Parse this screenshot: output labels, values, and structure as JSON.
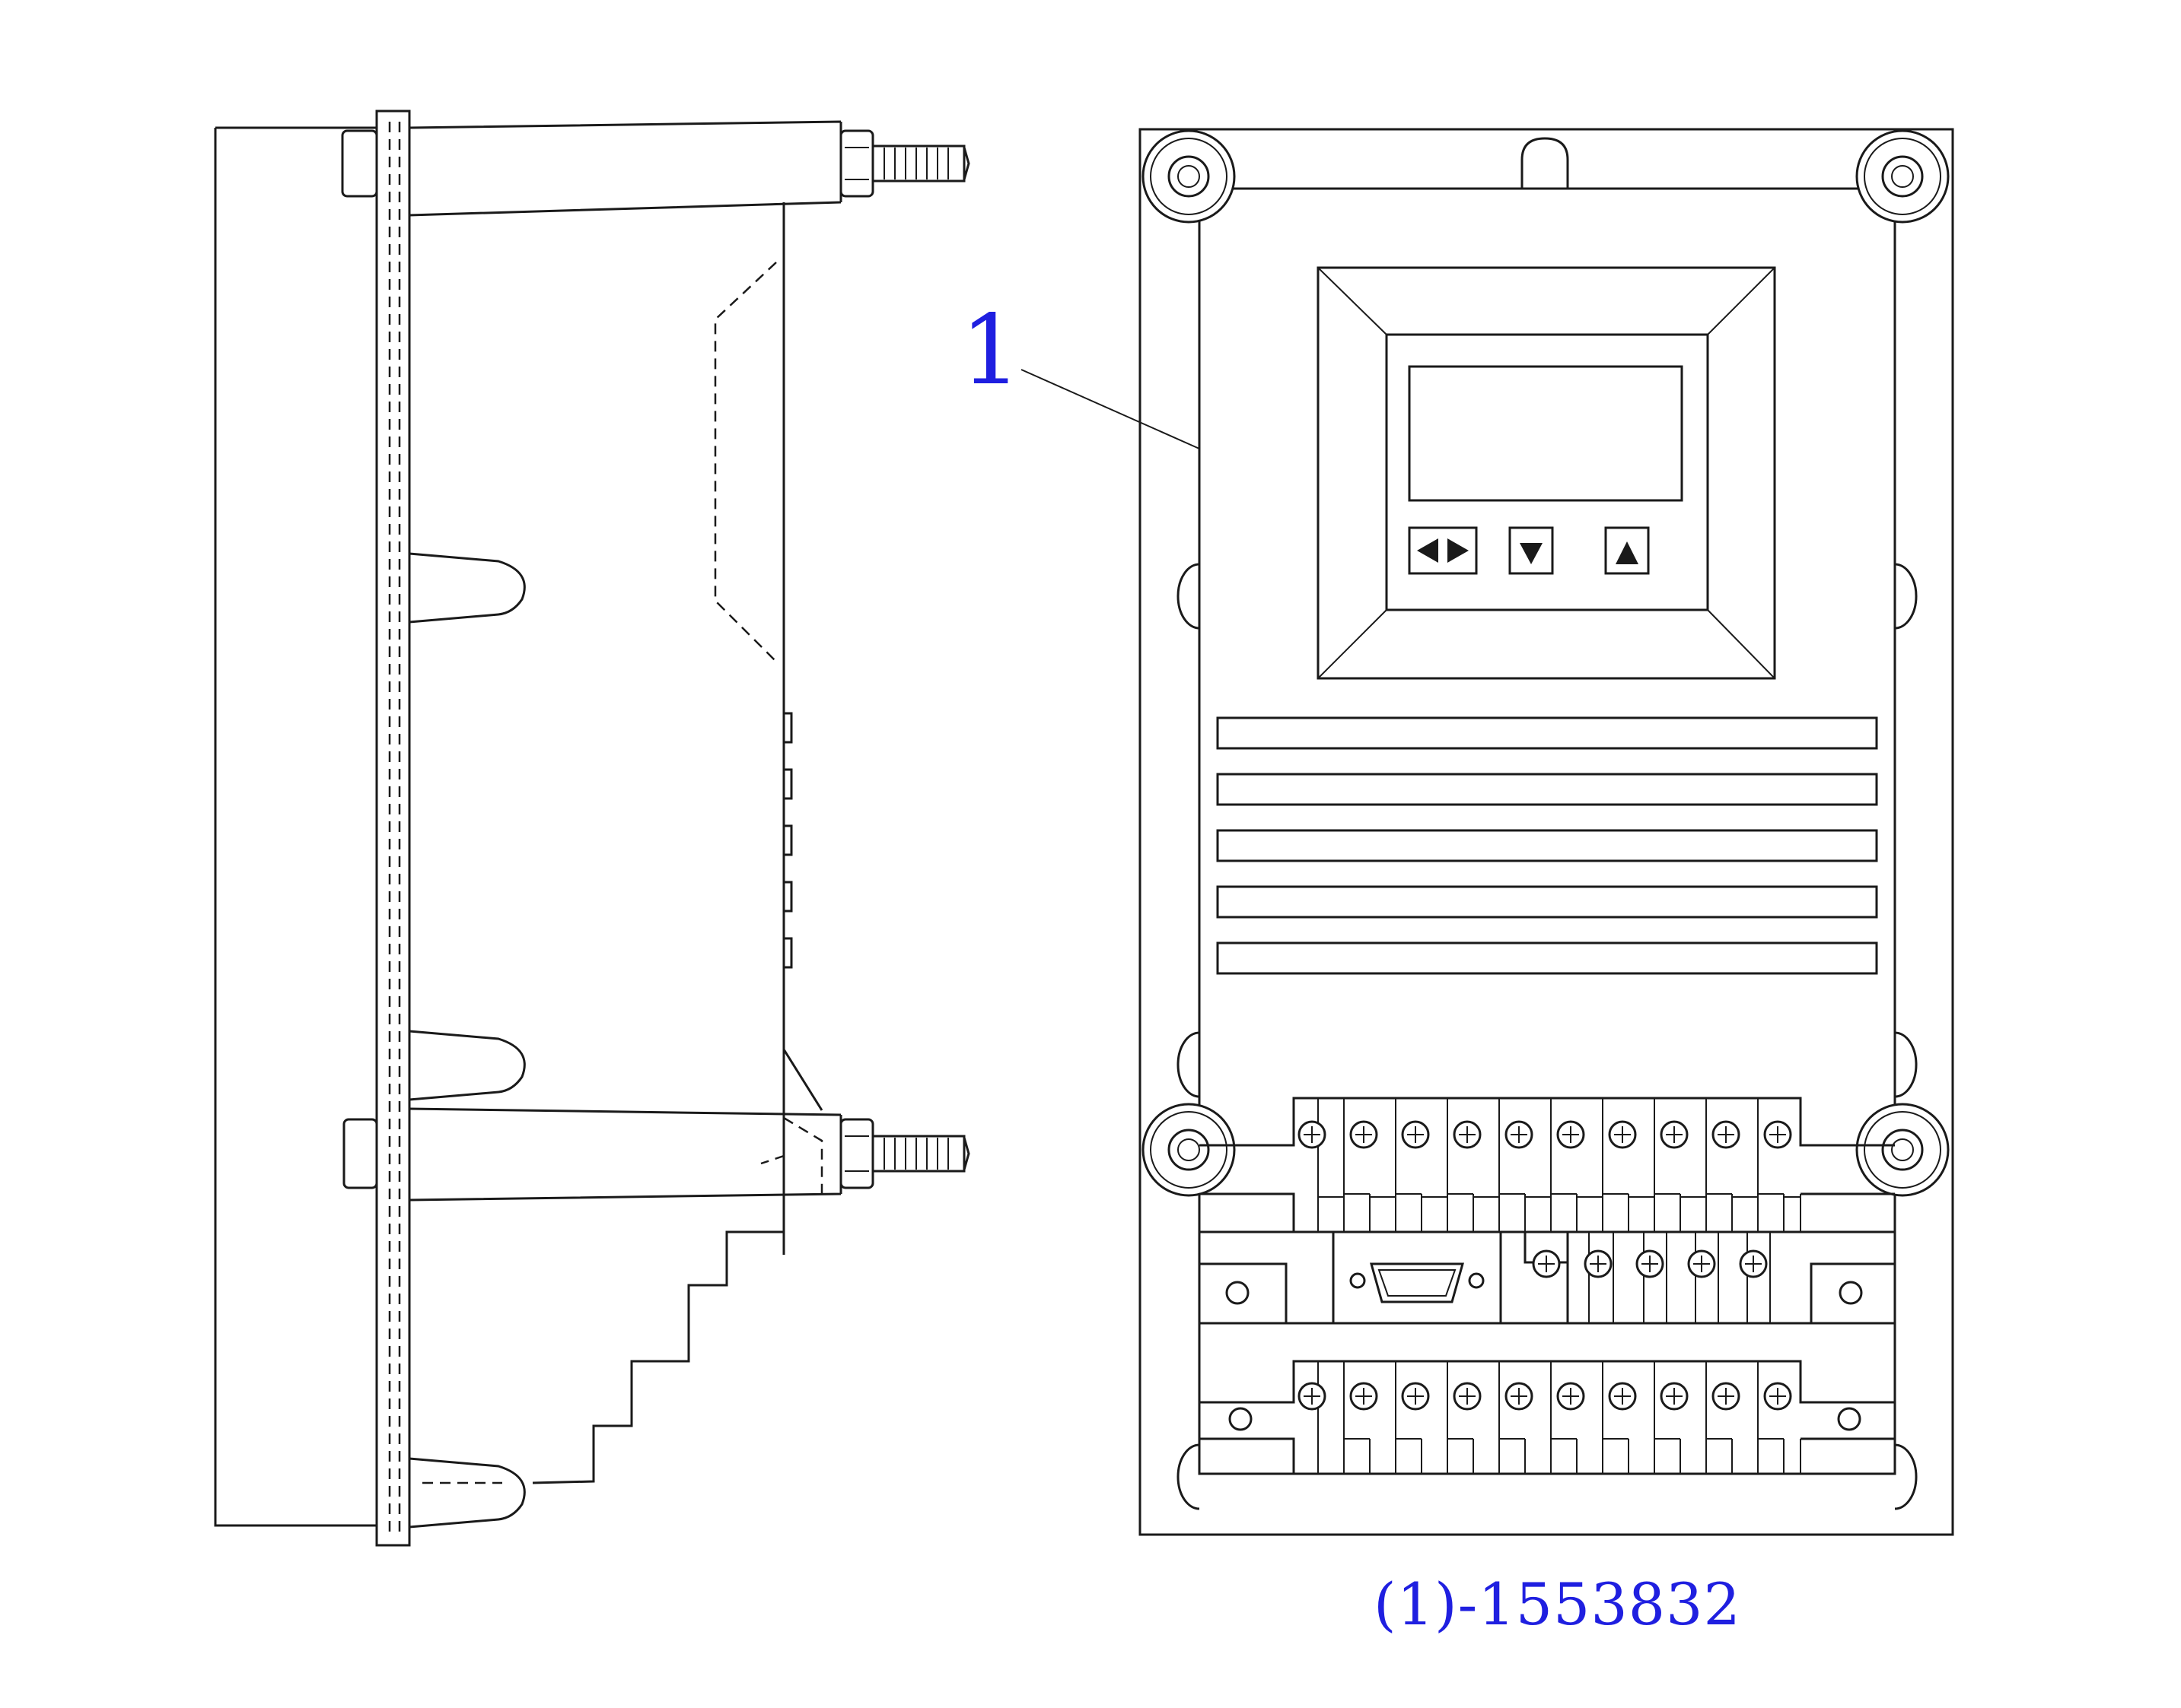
{
  "callout": {
    "number": "1"
  },
  "caption": {
    "part_number": "(1)-1553832"
  },
  "colors": {
    "line": "#1a1a1a",
    "annotation": "#1f1fe0",
    "background": "#ffffff"
  },
  "keypad": {
    "keys": [
      "left-right-arrow",
      "down-arrow",
      "up-arrow"
    ]
  }
}
